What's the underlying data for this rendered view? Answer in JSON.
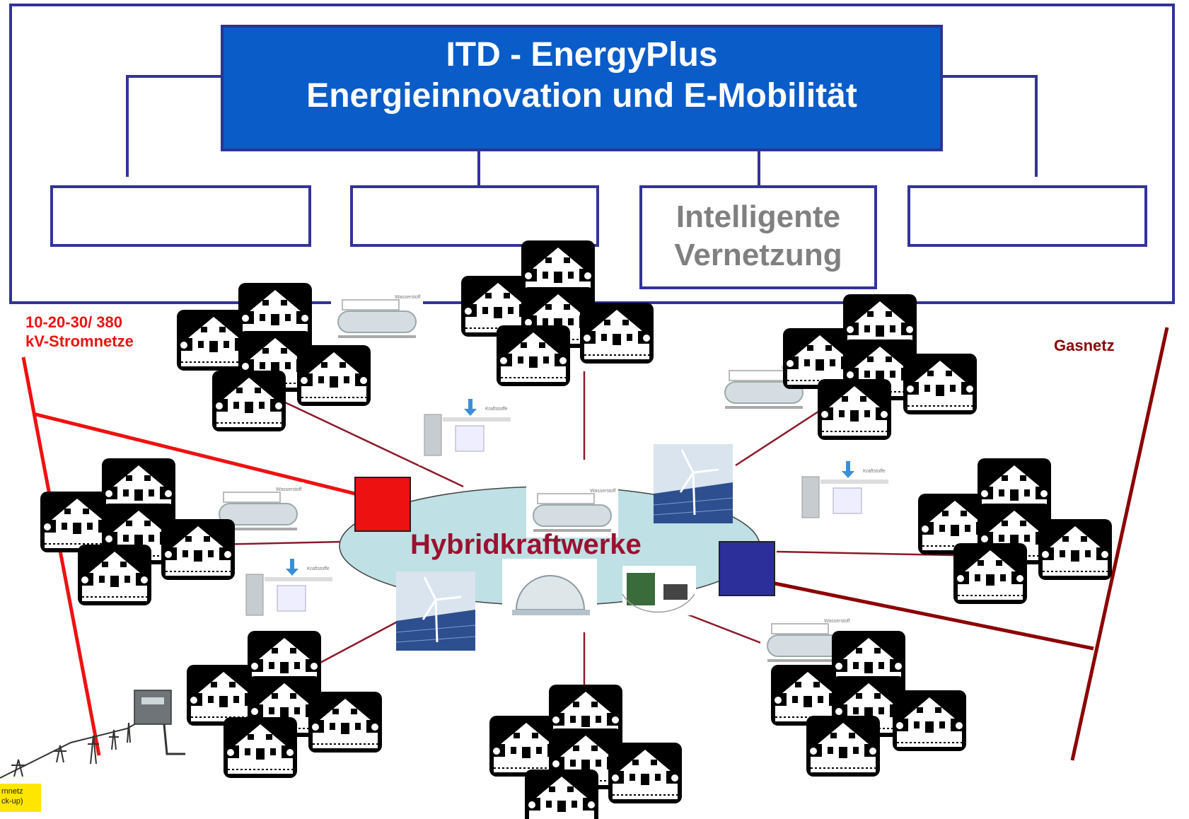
{
  "header": {
    "title_line1": "ITD - EnergyPlus",
    "title_line2": "Energieinnovation und E-Mobilität"
  },
  "sub_boxes": [
    "",
    "",
    "Intelligente Vernetzung",
    ""
  ],
  "labels": {
    "power_grid_line1": "10-20-30/ 380",
    "power_grid_line2": "kV-Stromnetze",
    "gas_grid": "Gasnetz",
    "hybrid": "Hybridkraftwerke",
    "legend_line1": "rnnetz",
    "legend_line2": "ck-up)"
  },
  "colors": {
    "title_bg": "#0a5cc8",
    "frame": "#33339a",
    "power_line": "#ee1111",
    "gas_line": "#8b0000",
    "ellipse": "#bfe0e4",
    "red_node": "#ee1111",
    "blue_node": "#2c2f99"
  },
  "icons": [
    "house-cluster-icon",
    "hydrogen-tank-icon",
    "wind-solar-icon",
    "biogas-dome-icon",
    "fuel-station-icon",
    "control-unit-icon",
    "power-pylon-icon",
    "electric-meter-icon"
  ]
}
